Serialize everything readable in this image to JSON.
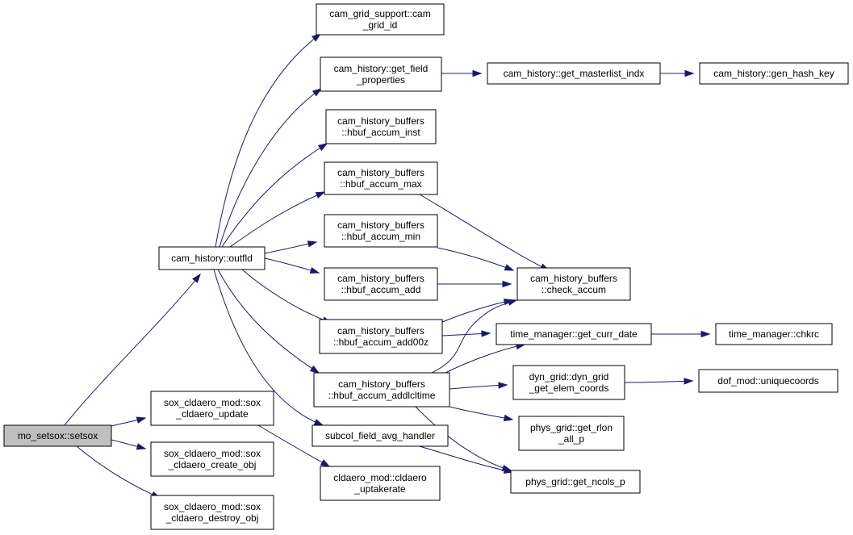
{
  "graph": {
    "colors": {
      "edge": "#191970",
      "root_fill": "#bfbfbf",
      "node_fill": "#ffffff",
      "border": "#000000"
    },
    "nodes": [
      {
        "id": "setsox",
        "root": true,
        "lines": [
          "mo_setsox::setsox"
        ]
      },
      {
        "id": "outfld",
        "lines": [
          "cam_history::outfld"
        ]
      },
      {
        "id": "sox_update",
        "lines": [
          "sox_cldaero_mod::sox",
          "_cldaero_update"
        ]
      },
      {
        "id": "sox_create",
        "lines": [
          "sox_cldaero_mod::sox",
          "_cldaero_create_obj"
        ]
      },
      {
        "id": "sox_destroy",
        "lines": [
          "sox_cldaero_mod::sox",
          "_cldaero_destroy_obj"
        ]
      },
      {
        "id": "grid_id",
        "lines": [
          "cam_grid_support::cam",
          "_grid_id"
        ]
      },
      {
        "id": "get_field_props",
        "lines": [
          "cam_history::get_field",
          "_properties"
        ]
      },
      {
        "id": "masterlist",
        "lines": [
          "cam_history::get_masterlist_indx"
        ]
      },
      {
        "id": "gen_hash",
        "lines": [
          "cam_history::gen_hash_key"
        ]
      },
      {
        "id": "accum_inst",
        "lines": [
          "cam_history_buffers",
          "::hbuf_accum_inst"
        ]
      },
      {
        "id": "accum_max",
        "lines": [
          "cam_history_buffers",
          "::hbuf_accum_max"
        ]
      },
      {
        "id": "accum_min",
        "lines": [
          "cam_history_buffers",
          "::hbuf_accum_min"
        ]
      },
      {
        "id": "accum_add",
        "lines": [
          "cam_history_buffers",
          "::hbuf_accum_add"
        ]
      },
      {
        "id": "accum_add00z",
        "lines": [
          "cam_history_buffers",
          "::hbuf_accum_add00z"
        ]
      },
      {
        "id": "accum_addlcltime",
        "lines": [
          "cam_history_buffers",
          "::hbuf_accum_addlcltime"
        ]
      },
      {
        "id": "subcol_handler",
        "lines": [
          "subcol_field_avg_handler"
        ]
      },
      {
        "id": "check_accum",
        "lines": [
          "cam_history_buffers",
          "::check_accum"
        ]
      },
      {
        "id": "get_curr_date",
        "lines": [
          "time_manager::get_curr_date"
        ]
      },
      {
        "id": "chkrc",
        "lines": [
          "time_manager::chkrc"
        ]
      },
      {
        "id": "dyn_grid",
        "lines": [
          "dyn_grid::dyn_grid",
          "_get_elem_coords"
        ]
      },
      {
        "id": "uniquecoords",
        "lines": [
          "dof_mod::uniquecoords"
        ]
      },
      {
        "id": "get_rlon",
        "lines": [
          "phys_grid::get_rlon",
          "_all_p"
        ]
      },
      {
        "id": "get_ncols",
        "lines": [
          "phys_grid::get_ncols_p"
        ]
      },
      {
        "id": "uptakerate",
        "lines": [
          "cldaero_mod::cldaero",
          "_uptakerate"
        ]
      }
    ],
    "edges": [
      [
        "setsox",
        "outfld"
      ],
      [
        "setsox",
        "sox_update"
      ],
      [
        "setsox",
        "sox_create"
      ],
      [
        "setsox",
        "sox_destroy"
      ],
      [
        "outfld",
        "grid_id"
      ],
      [
        "outfld",
        "get_field_props"
      ],
      [
        "outfld",
        "accum_inst"
      ],
      [
        "outfld",
        "accum_max"
      ],
      [
        "outfld",
        "accum_min"
      ],
      [
        "outfld",
        "accum_add"
      ],
      [
        "outfld",
        "accum_add00z"
      ],
      [
        "outfld",
        "accum_addlcltime"
      ],
      [
        "outfld",
        "subcol_handler"
      ],
      [
        "get_field_props",
        "masterlist"
      ],
      [
        "masterlist",
        "gen_hash"
      ],
      [
        "accum_max",
        "check_accum"
      ],
      [
        "accum_min",
        "check_accum"
      ],
      [
        "accum_add",
        "check_accum"
      ],
      [
        "accum_add00z",
        "check_accum"
      ],
      [
        "accum_add00z",
        "get_curr_date"
      ],
      [
        "accum_addlcltime",
        "check_accum"
      ],
      [
        "accum_addlcltime",
        "get_curr_date"
      ],
      [
        "accum_addlcltime",
        "dyn_grid"
      ],
      [
        "accum_addlcltime",
        "get_rlon"
      ],
      [
        "accum_addlcltime",
        "get_ncols"
      ],
      [
        "get_curr_date",
        "chkrc"
      ],
      [
        "dyn_grid",
        "uniquecoords"
      ],
      [
        "subcol_handler",
        "get_ncols"
      ],
      [
        "sox_update",
        "uptakerate"
      ]
    ]
  }
}
